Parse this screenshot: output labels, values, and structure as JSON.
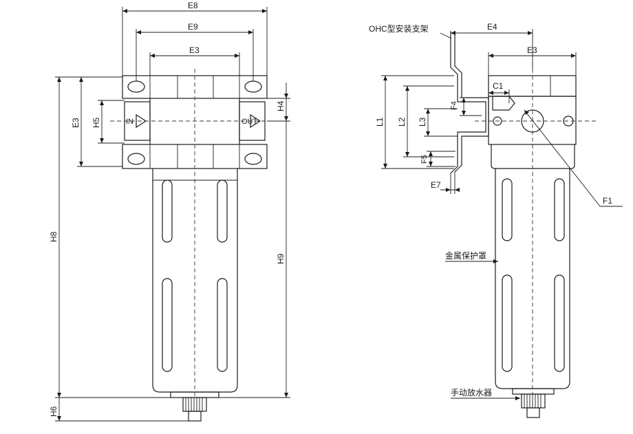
{
  "left_view": {
    "dims": {
      "E8": "E8",
      "E9": "E9",
      "E3": "E3",
      "E3_vertical": "E3",
      "H5": "H5",
      "H4": "H4",
      "H8": "H8",
      "H9": "H9",
      "H6": "H6"
    },
    "port_in": "IN",
    "port_out": "OUT"
  },
  "right_view": {
    "dims": {
      "E4": "E4",
      "E3": "E3",
      "C1": "C1",
      "F4": "F4",
      "L1": "L1",
      "L2": "L2",
      "L3": "L3",
      "F5": "F5",
      "E7": "E7",
      "F1": "F1"
    },
    "labels": {
      "bracket": "OHC型安装支架",
      "metal_guard": "金属保护罩",
      "manual_drain": "手动放水器"
    }
  }
}
